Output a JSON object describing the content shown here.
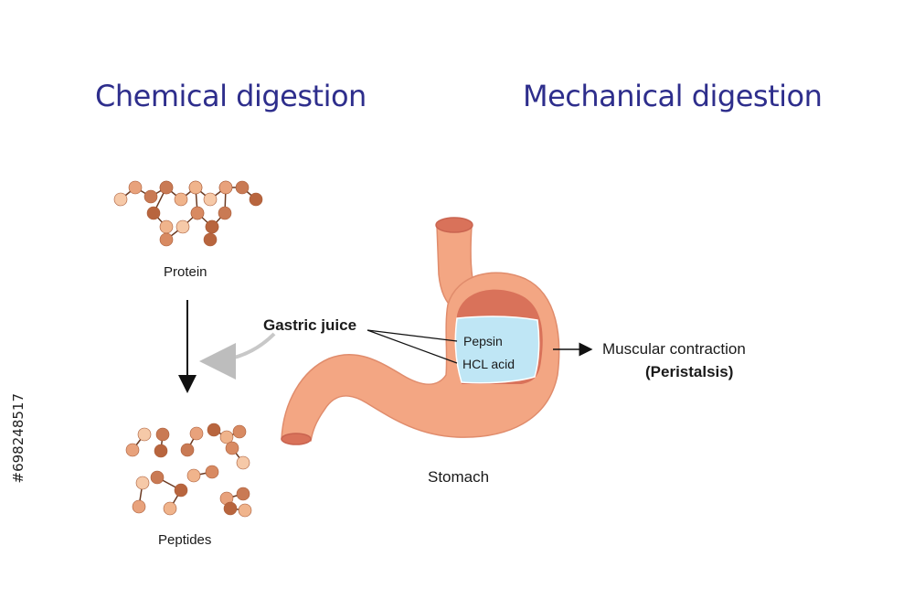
{
  "colors": {
    "heading": "#2e2e8c",
    "stomach": "#f3a683",
    "stomach_dark": "#e07860",
    "juice": "#bfe6f5",
    "bead_light": "#f6c9a8",
    "bead_dark": "#b8653e"
  },
  "headings": {
    "chemical": "Chemical digestion",
    "mechanical": "Mechanical digestion"
  },
  "labels": {
    "protein": "Protein",
    "peptides": "Peptides",
    "gastric_juice": "Gastric juice",
    "pepsin": "Pepsin",
    "hcl": "HCL acid",
    "muscular": "Muscular contraction",
    "peristalsis": "(Peristalsis)",
    "stomach": "Stomach"
  },
  "watermark": {
    "stock_id": "#698248517"
  }
}
